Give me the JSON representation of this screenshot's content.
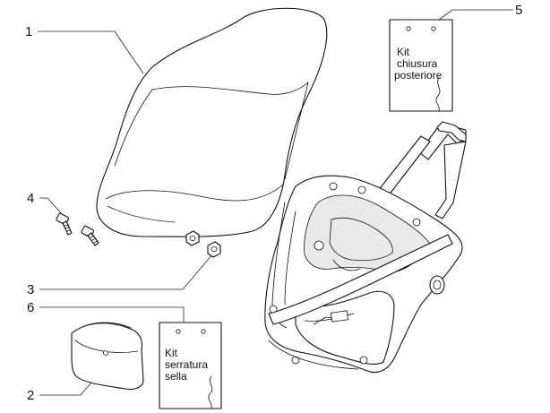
{
  "callouts": [
    {
      "id": "1",
      "label": "1"
    },
    {
      "id": "2",
      "label": "2"
    },
    {
      "id": "3",
      "label": "3"
    },
    {
      "id": "4",
      "label": "4"
    },
    {
      "id": "5",
      "label": "5"
    },
    {
      "id": "6",
      "label": "6"
    }
  ],
  "kit_posteriore": {
    "lines": [
      "Kit",
      "chiusura",
      "posteriore"
    ]
  },
  "kit_sella": {
    "lines": [
      "Kit",
      "serratura",
      "sella"
    ]
  }
}
